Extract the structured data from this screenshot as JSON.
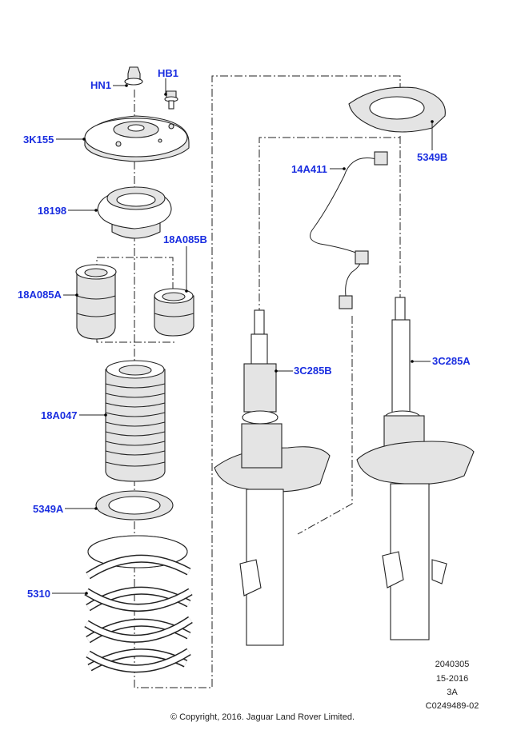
{
  "diagram": {
    "labels": {
      "hn1": "HN1",
      "hb1": "HB1",
      "k3155": "3K155",
      "p18198": "18198",
      "a18a085b": "18A085B",
      "a18a085a": "18A085A",
      "a18a047": "18A047",
      "p5349a": "5349A",
      "p5310": "5310",
      "p14a411": "14A411",
      "p5349b": "5349B",
      "c3c285b": "3C285B",
      "c3c285a": "3C285A"
    },
    "label_color": "#1a2ee0"
  },
  "reference": {
    "line1": "2040305",
    "line2": "15-2016",
    "line3": "3A",
    "line4": "C0249489-02"
  },
  "footer": {
    "copyright": "© Copyright, 2016. Jaguar Land Rover Limited."
  }
}
